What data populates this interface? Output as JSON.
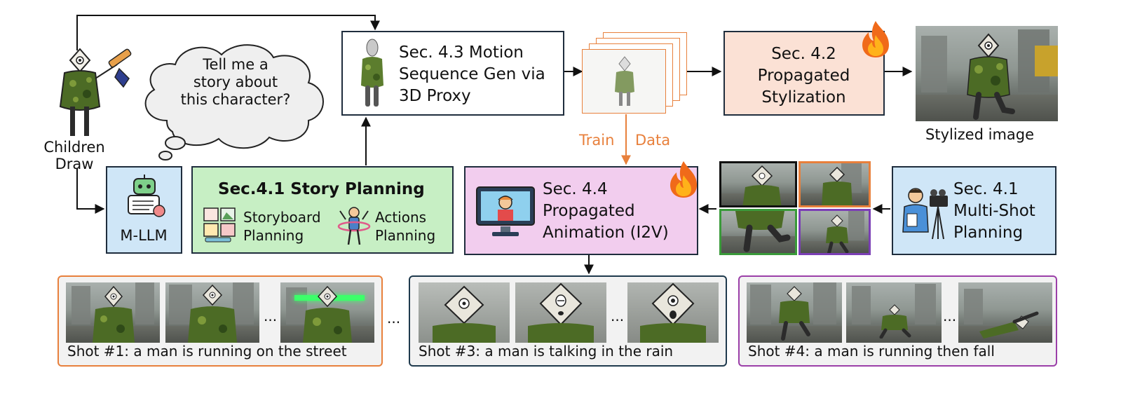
{
  "children_draw": {
    "line1": "Children",
    "line2": "Draw"
  },
  "bubble": {
    "line1": "Tell me a",
    "line2": "story about",
    "line3": "this character?"
  },
  "mllm": {
    "label": "M-LLM"
  },
  "story_planning": {
    "title": "Sec.4.1 Story Planning",
    "storyboard_line1": "Storyboard",
    "storyboard_line2": "Planning",
    "actions_line1": "Actions",
    "actions_line2": "Planning"
  },
  "motion": {
    "line1": "Sec. 4.3 Motion",
    "line2": "Sequence Gen via",
    "line3": "3D Proxy"
  },
  "train_data": {
    "train": "Train",
    "data": "Data"
  },
  "stylization": {
    "line1": "Sec. 4.2",
    "line2": "Propagated",
    "line3": "Stylization"
  },
  "stylized_image": {
    "label": "Stylized image"
  },
  "animation": {
    "line1": "Sec. 4.4",
    "line2": "Propagated",
    "line3": "Animation (I2V)"
  },
  "multishot": {
    "line1": "Sec. 4.1",
    "line2": "Multi-Shot",
    "line3": "Planning"
  },
  "shots": [
    {
      "caption": "Shot #1: a man is running on the street",
      "color": "#e8803c"
    },
    {
      "caption": "Shot #3: a man is talking in the rain",
      "color": "#1f3a4d"
    },
    {
      "caption": "Shot #4: a man is running then fall",
      "color": "#9b3fa8"
    }
  ],
  "ellipsis": "...",
  "colors": {
    "story_green": "#c7efc4",
    "stylization_peach": "#fbe1d5",
    "animation_pink": "#f2cdee",
    "mllm_blue": "#cfe6f7",
    "multishot_blue": "#cfe6f7",
    "train_orange": "#e8803c",
    "grid_black": "#111111",
    "grid_orange": "#e8803c",
    "grid_green": "#3a9a3a",
    "grid_purple": "#7b3fb5"
  }
}
